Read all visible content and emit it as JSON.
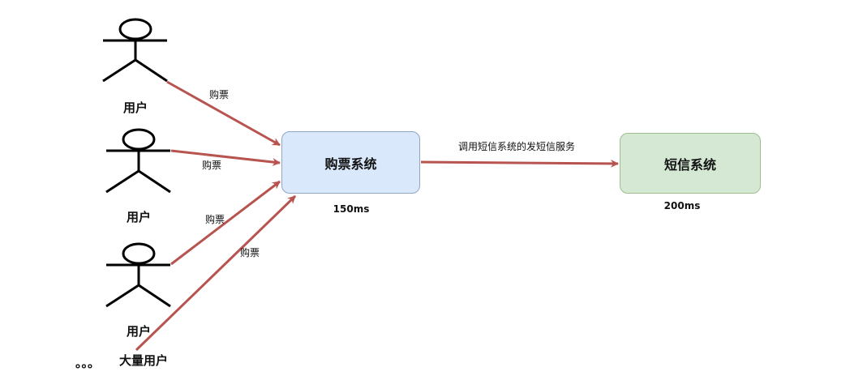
{
  "actors": [
    {
      "label": "用户"
    },
    {
      "label": "用户"
    },
    {
      "label": "用户"
    }
  ],
  "ellipsis": "。。。",
  "many_users_label": "大量用户",
  "nodes": {
    "ticket": {
      "label": "购票系统",
      "timing": "150ms",
      "fill": "#dae8fc"
    },
    "sms": {
      "label": "短信系统",
      "timing": "200ms",
      "fill": "#d5e8d4"
    }
  },
  "edges": {
    "buy1": "购票",
    "buy2": "购票",
    "buy3": "购票",
    "buy4": "购票",
    "call_sms": "调用短信系统的发短信服务"
  },
  "colors": {
    "arrow": "#b85450",
    "stroke": "#000000"
  }
}
